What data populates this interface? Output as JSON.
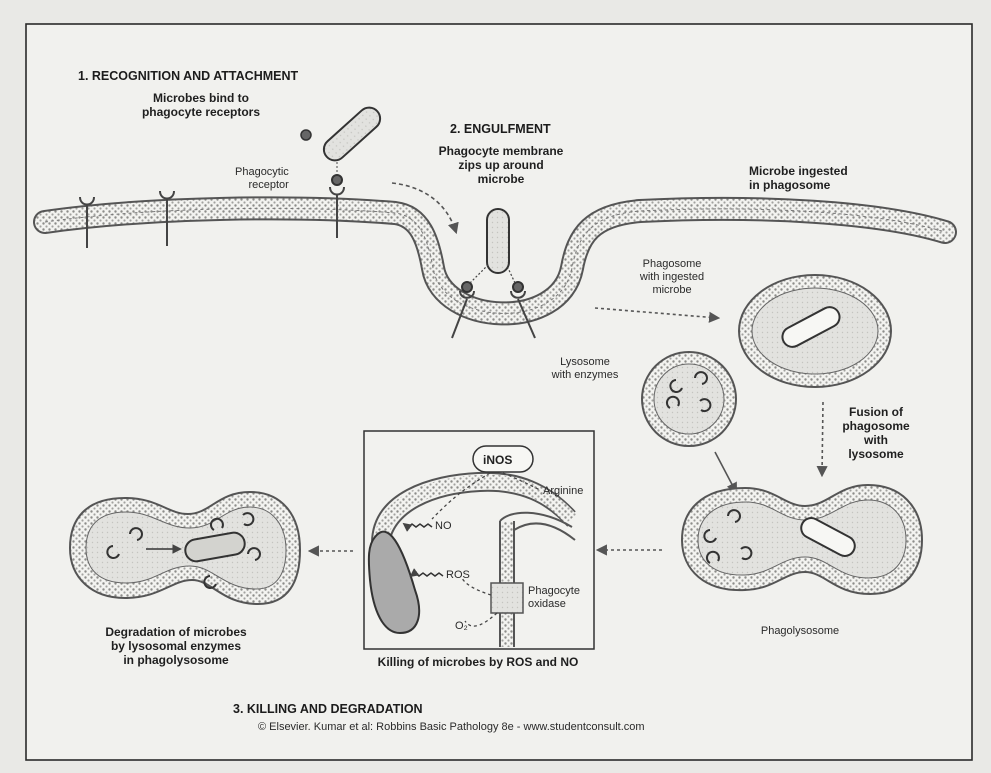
{
  "step1_title": "1. RECOGNITION AND ATTACHMENT",
  "step1_caption": "Microbes bind to\nphagocyte receptors",
  "receptor_label": "Phagocytic\nreceptor",
  "step2_title": "2. ENGULFMENT",
  "step2_caption": "Phagocyte membrane\nzips up around\nmicrobe",
  "ingested_caption": "Microbe ingested\nin phagosome",
  "phagosome_label": "Phagosome\nwith ingested\nmicrobe",
  "lysosome_label": "Lysosome\nwith enzymes",
  "fusion_label": "Fusion of\nphagosome\nwith\nlysosome",
  "phagolysosome_label": "Phagolysosome",
  "inos_label": "iNOS",
  "arginine_label": "Arginine",
  "no_label": "NO",
  "ros_label": "ROS",
  "o2_label": "O₂",
  "oxidase_label": "Phagocyte\noxidase",
  "killing_caption": "Killing of microbes by ROS and NO",
  "degradation_caption": "Degradation of microbes\nby lysosomal enzymes\nin phagolysosome",
  "step3_title": "3. KILLING AND DEGRADATION",
  "credit": "© Elsevier. Kumar et al: Robbins Basic Pathology 8e - www.studentconsult.com"
}
